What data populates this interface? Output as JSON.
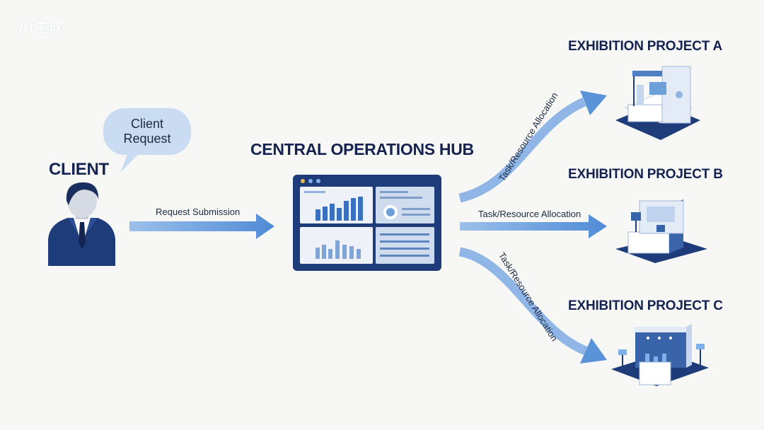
{
  "watermark": "AI生成",
  "client": {
    "title": "CLIENT",
    "bubble_line1": "Client",
    "bubble_line2": "Request"
  },
  "hub": {
    "title": "CENTRAL OPERATIONS HUB"
  },
  "edges": {
    "request": "Request Submission",
    "to_a": "Task/Resource Allocation",
    "to_b": "Task/Resource Allocation",
    "to_c": "Task/Resource Allocation"
  },
  "projects": [
    {
      "title": "EXHIBITION PROJECT A",
      "icon": "exhibition-booth-icon"
    },
    {
      "title": "EXHIBITION PROJECT B",
      "icon": "exhibition-booth-icon"
    },
    {
      "title": "EXHIBITION PROJECT C",
      "icon": "exhibition-booth-icon"
    }
  ],
  "colors": {
    "navy": "#1f3c7a",
    "arrow": "#6d9fd8",
    "bubble": "#c9dcf2",
    "text": "#14234f"
  }
}
